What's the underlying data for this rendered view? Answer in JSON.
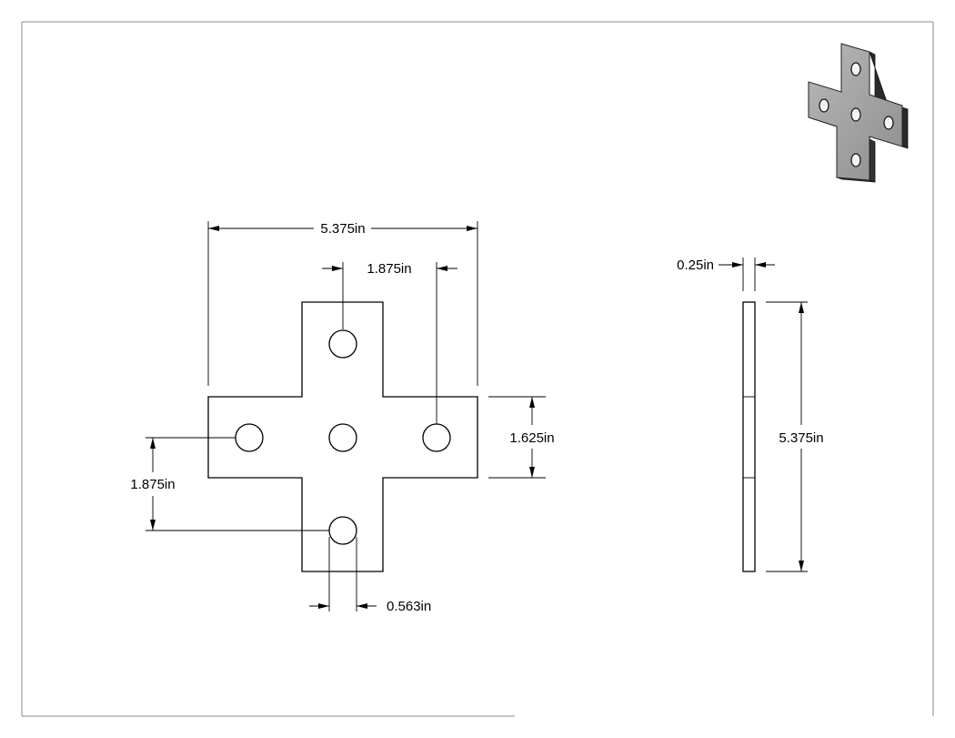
{
  "drawing": {
    "dimensions": {
      "overall_width": "5.375in",
      "hole_spacing_horizontal": "1.875in",
      "arm_width": "1.625in",
      "hole_spacing_vertical": "1.875in",
      "hole_diameter": "0.563in",
      "thickness": "0.25in",
      "overall_height": "5.375in"
    }
  }
}
